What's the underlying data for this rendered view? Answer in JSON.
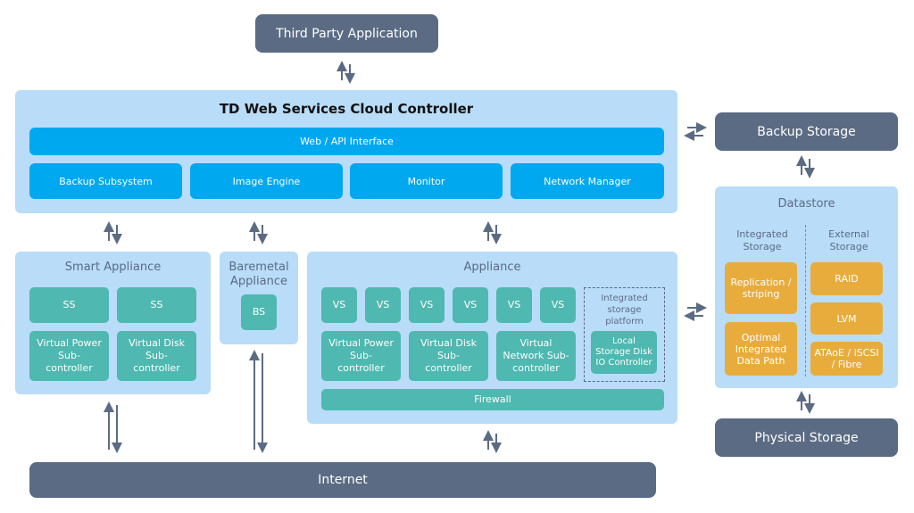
{
  "third_party": "Third Party Application",
  "controller": {
    "title": "TD Web Services Cloud Controller",
    "api": "Web / API Interface",
    "modules": [
      "Backup Subsystem",
      "Image Engine",
      "Monitor",
      "Network Manager"
    ]
  },
  "smart_appliance": {
    "title": "Smart Appliance",
    "ss": [
      "SS",
      "SS"
    ],
    "power": "Virtual Power Sub-controller",
    "disk": "Virtual Disk Sub-controller"
  },
  "baremetal": {
    "title": "Baremetal Appliance",
    "bs": "BS"
  },
  "appliance": {
    "title": "Appliance",
    "vs": [
      "VS",
      "VS",
      "VS",
      "VS",
      "VS",
      "VS"
    ],
    "power": "Virtual Power Sub-controller",
    "disk": "Virtual Disk Sub-controller",
    "network": "Virtual Network Sub-controller",
    "isp_label": "Integrated storage platform",
    "local_storage": "Local Storage Disk IO Controller",
    "firewall": "Firewall"
  },
  "internet": "Internet",
  "backup_storage": "Backup Storage",
  "physical_storage": "Physical Storage",
  "datastore": {
    "title": "Datastore",
    "integrated_label": "Integrated Storage",
    "external_label": "External Storage",
    "integrated_items": [
      "Replication / striping",
      "Optimal Integrated Data Path"
    ],
    "external_items": [
      "RAID",
      "LVM",
      "ATAoE / iSCSI / Fibre"
    ]
  },
  "colors": {
    "dark": "#5b6b84",
    "panel": "#b9dcf8",
    "blue": "#00a8f0",
    "teal": "#4fb8b0",
    "amber": "#e8ac3c"
  }
}
